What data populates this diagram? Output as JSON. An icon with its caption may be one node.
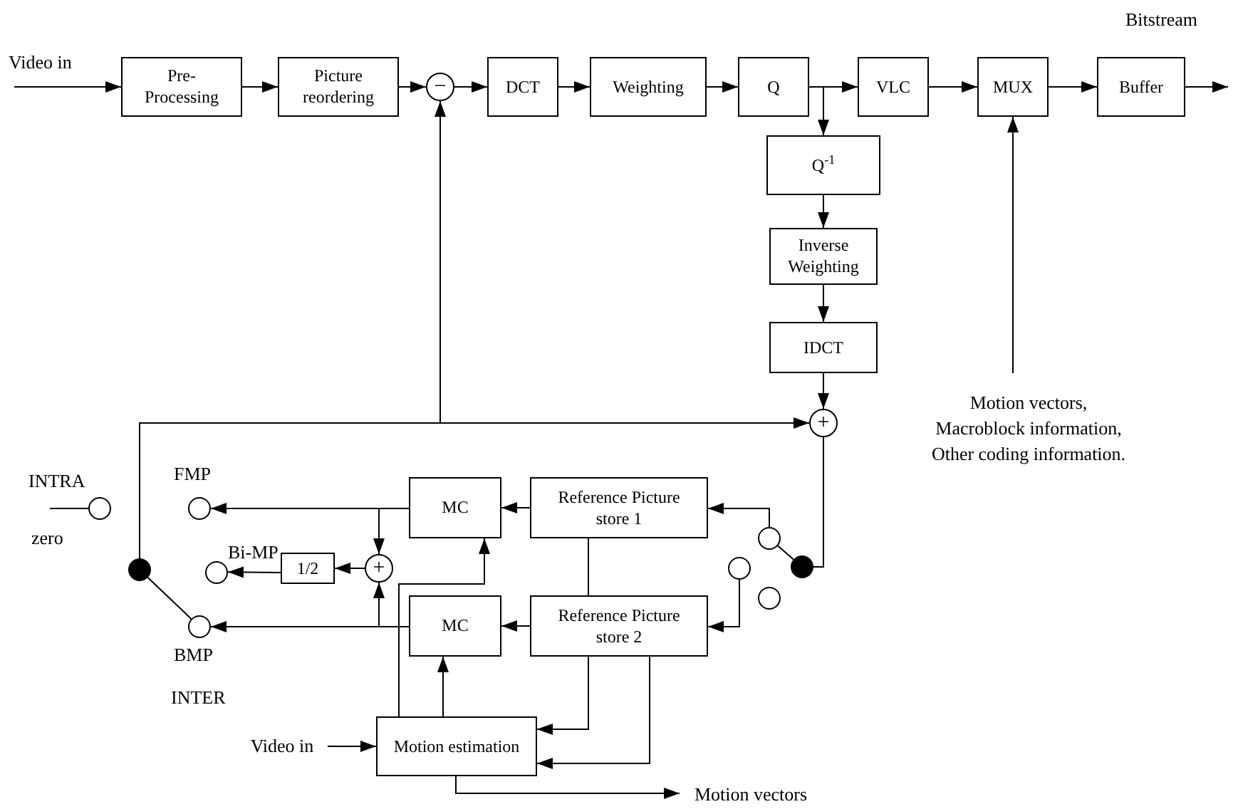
{
  "diagram": {
    "nodes": [
      {
        "text": [
          "Pre-Processing"
        ]
      },
      {
        "text": [
          "Picture reordering"
        ]
      },
      {
        "text": [
          "−"
        ]
      },
      {
        "text": [
          "DCT"
        ]
      },
      {
        "text": [
          "Weighting"
        ]
      },
      {
        "text": [
          "Q"
        ]
      },
      {
        "text": [
          "VLC"
        ]
      },
      {
        "text": [
          "MUX"
        ]
      },
      {
        "text": [
          "Buffer"
        ]
      },
      {
        "text": [
          "Q$^{-1}$"
        ]
      },
      {
        "text": [
          "Inverse Weighting"
        ]
      },
      {
        "text": [
          "IDCT"
        ]
      },
      {
        "text": [
          "Motion vectors, Macroblock information, Other coding information."
        ]
      },
      {
        "text": [
          "+"
        ]
      },
      {
        "text": [],
        "shape": "circle",
        "beside": [
          "zero"
        ]
      },
      {
        "text": [],
        "shape": "circle",
        "beside": [
          "FMP"
        ]
      },
      {
        "text": [
          "MC"
        ]
      },
      {
        "text": [
          "Reference Picture store 1"
        ]
      },
      {
        "text": [],
        "shape": "circle"
      },
      {
        "text": [],
        "shape": "dot"
      },
      {
        "text": [],
        "shape": "circle",
        "beside": [
          "Bi-MP"
        ]
      },
      {
        "text": [
          "1/2"
        ]
      },
      {
        "text": [
          "+"
        ]
      },
      {
        "text": [],
        "shape": "circle"
      },
      {
        "text": [],
        "shape": "dot"
      },
      {
        "text": [],
        "shape": "circle"
      },
      {
        "text": [],
        "shape": "circle",
        "beside": [
          "BMP"
        ]
      },
      {
        "text": [
          "MC"
        ]
      },
      {
        "text": [
          "Reference Picture store 2"
        ]
      },
      {
        "text": [
          "Video in"
        ]
      },
      {
        "text": [
          "Motion estimation"
        ]
      },
      {
        "text": [
          "Motion vectors"
        ]
      }
    ],
    "edges": [
      {
        "from": null,
        "to": 0,
        "arrow": "to"
      },
      {
        "from": 0,
        "to": 1,
        "arrow": "to"
      },
      {
        "from": 1,
        "to": 2,
        "arrow": "to"
      },
      {
        "from": 2,
        "to": 3,
        "arrow": "to"
      },
      {
        "from": 3,
        "to": 4,
        "arrow": "to"
      },
      {
        "from": 4,
        "to": 5,
        "arrow": "to"
      },
      {
        "from": 5,
        "to": 6,
        "arrow": "to"
      },
      {
        "from": 6,
        "to": 7,
        "arrow": "to"
      },
      {
        "from": 7,
        "to": 8,
        "arrow": "to"
      },
      {
        "from": 8,
        "to": null,
        "arrow": "to"
      },
      {
        "from": 5,
        "to": 9,
        "arrow": "to"
      },
      {
        "from": 9,
        "to": 10,
        "arrow": "to"
      },
      {
        "from": 10,
        "to": 11,
        "arrow": "to"
      },
      {
        "from": 11,
        "to": 13,
        "arrow": "to"
      },
      {
        "from": 12,
        "to": 7,
        "arrow": "to"
      },
      {
        "from": 19,
        "to": 2,
        "arrow": "to"
      },
      {
        "from": 19,
        "to": 13,
        "arrow": "to"
      },
      {
        "from": 13,
        "to": 24,
        "arrow": "none"
      },
      {
        "from": 24,
        "to": 18,
        "arrow": "none"
      },
      {
        "from": 18,
        "to": 17,
        "arrow": "to"
      },
      {
        "from": 23,
        "to": 28,
        "arrow": "to"
      },
      {
        "from": 17,
        "to": 16,
        "arrow": "to"
      },
      {
        "from": 28,
        "to": 27,
        "arrow": "to"
      },
      {
        "from": 16,
        "to": 15,
        "arrow": "to"
      },
      {
        "from": 16,
        "to": 22,
        "arrow": "to"
      },
      {
        "from": 27,
        "to": 26,
        "arrow": "to"
      },
      {
        "from": 27,
        "to": 22,
        "arrow": "to"
      },
      {
        "from": 22,
        "to": 21,
        "arrow": "to"
      },
      {
        "from": 21,
        "to": 20,
        "arrow": "to"
      },
      {
        "from": 19,
        "to": 26,
        "arrow": "none"
      },
      {
        "from": null,
        "to": 14,
        "arrow": "none"
      },
      {
        "from": 17,
        "to": 28,
        "arrow": "none"
      },
      {
        "from": 28,
        "to": 30,
        "arrow": "to"
      },
      {
        "from": 28,
        "to": 30,
        "arrow": "to"
      },
      {
        "from": 30,
        "to": 27,
        "arrow": "to"
      },
      {
        "from": 30,
        "to": 16,
        "arrow": "to"
      },
      {
        "from": 29,
        "to": 30,
        "arrow": "to"
      },
      {
        "from": 30,
        "to": 31,
        "arrow": "to"
      }
    ],
    "labels": [
      "Bitstream",
      "Video in",
      "INTRA",
      "INTER"
    ]
  }
}
